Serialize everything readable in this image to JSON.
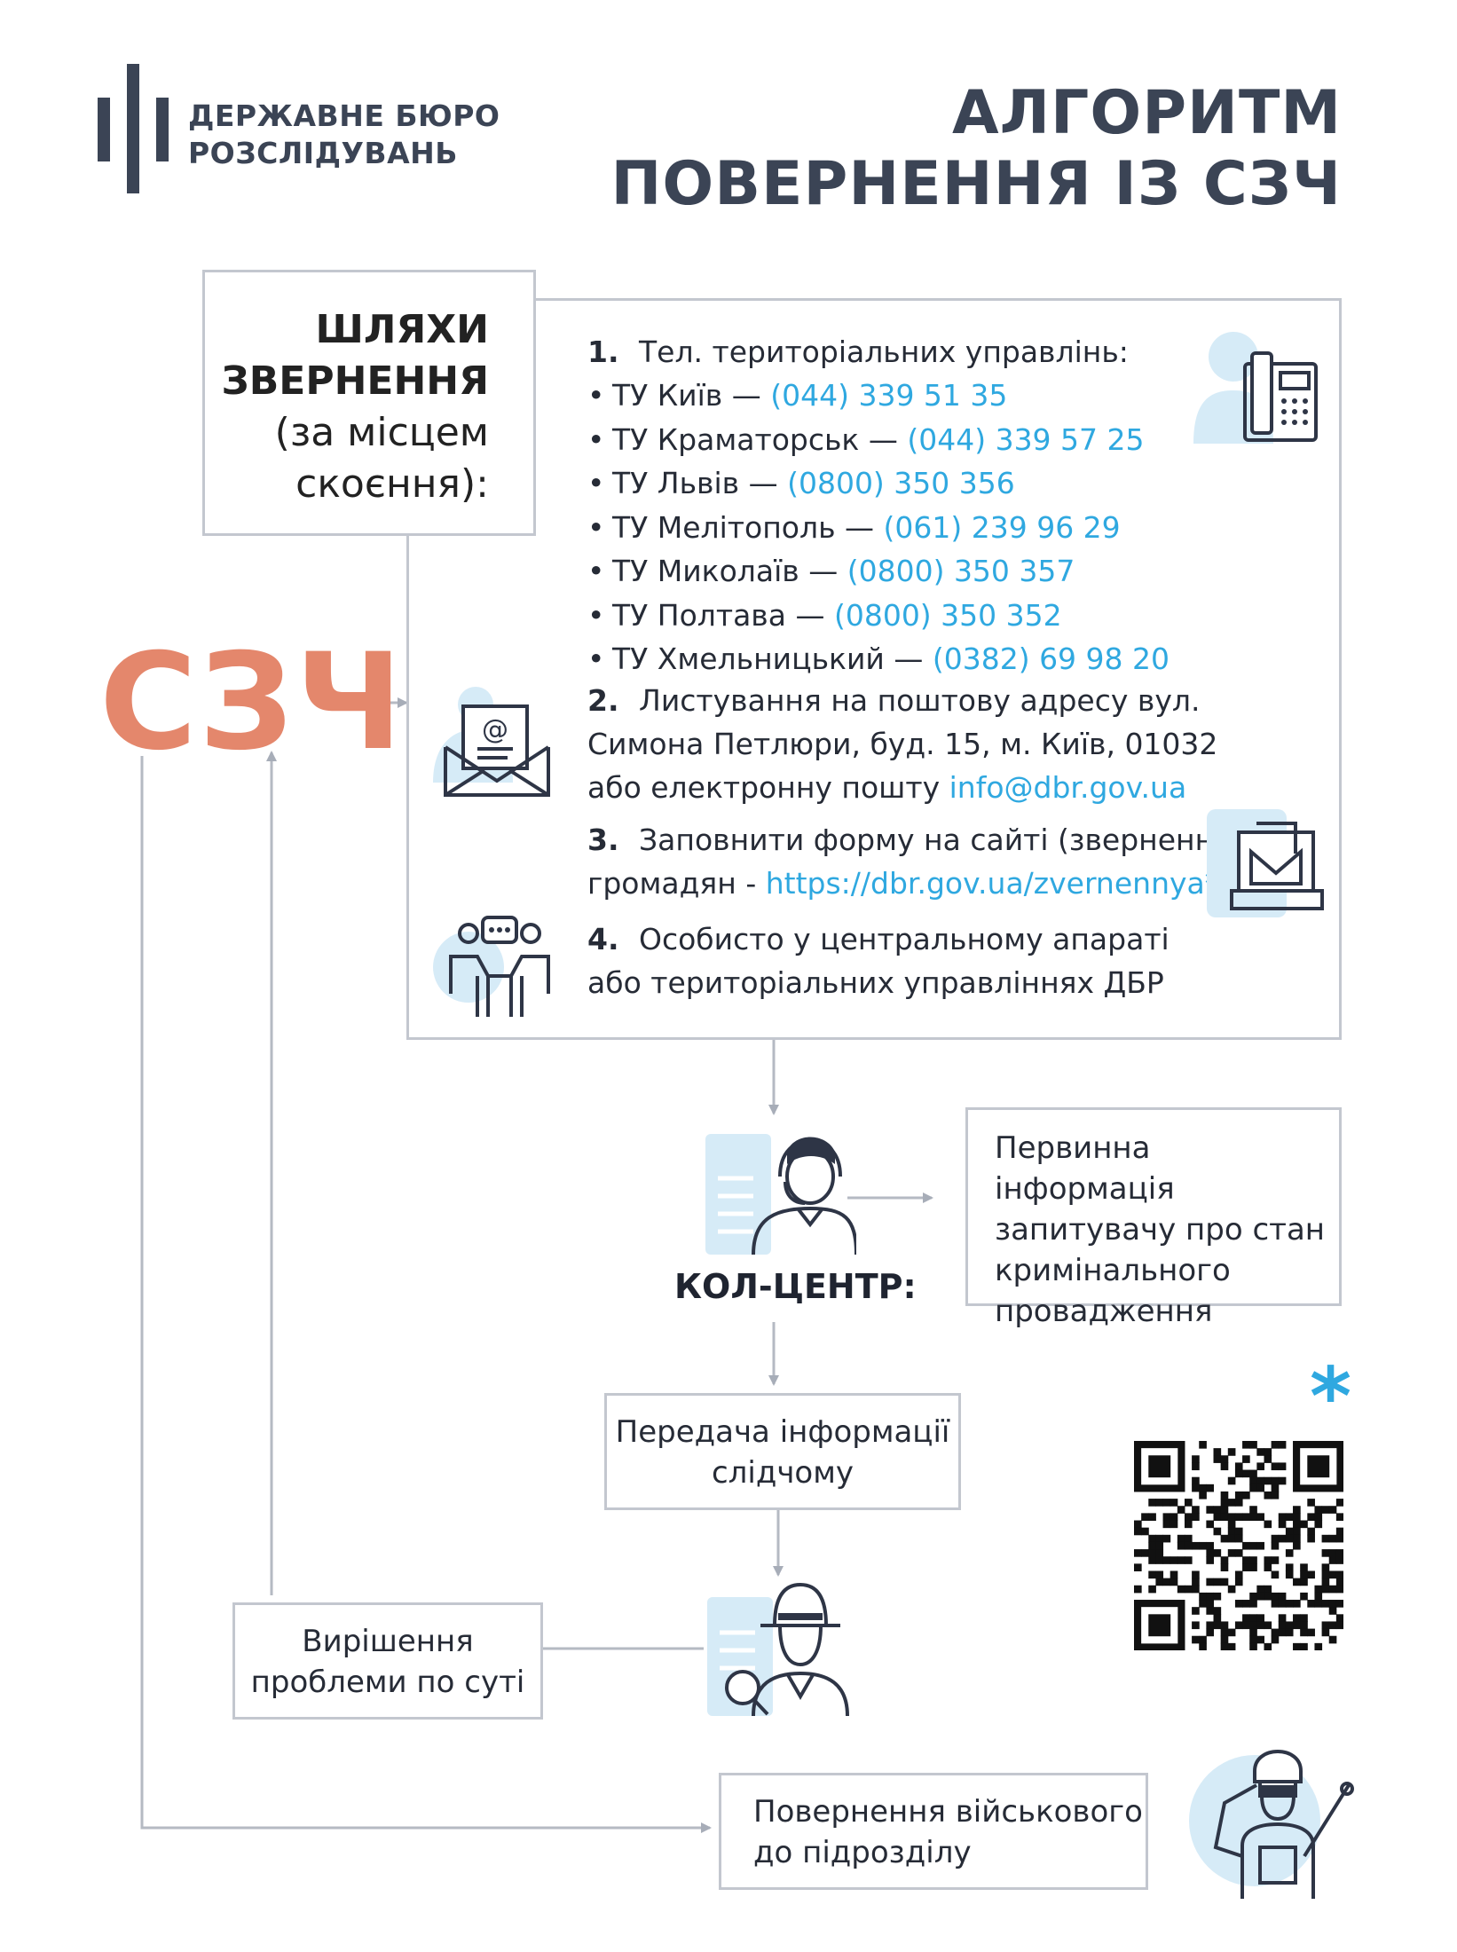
{
  "brand": {
    "line1": "ДЕРЖАВНЕ БЮРО",
    "line2": "РОЗСЛІДУВАНЬ"
  },
  "title": {
    "line1": "АЛГОРИТМ",
    "line2": "ПОВЕРНЕННЯ ІЗ СЗЧ"
  },
  "ways_box": {
    "line1": "ШЛЯХИ",
    "line2": "ЗВЕРНЕННЯ",
    "line3": "(за місцем",
    "line4": "скоєння):"
  },
  "szch_label": "СЗЧ",
  "contacts": {
    "item1": {
      "number": "1.",
      "heading": "Тел. територіальних управлінь:",
      "bullet": "•",
      "offices": [
        {
          "name": "ТУ Київ — ",
          "phone": "(044) 339 51 35"
        },
        {
          "name": "ТУ Краматорськ — ",
          "phone": "(044) 339 57 25"
        },
        {
          "name": "ТУ Львів — ",
          "phone": "(0800) 350 356"
        },
        {
          "name": "ТУ Мелітополь — ",
          "phone": "(061) 239 96 29"
        },
        {
          "name": "ТУ Миколаїв — ",
          "phone": "(0800) 350 357"
        },
        {
          "name": "ТУ Полтава — ",
          "phone": "(0800) 350 352"
        },
        {
          "name": "ТУ Хмельницький — ",
          "phone": "(0382) 69 98 20"
        }
      ]
    },
    "item2": {
      "number": "2.",
      "line1": "Листування на поштову адресу вул.",
      "line2": "Симона Петлюри, буд. 15, м. Київ, 01032",
      "line3_prefix": "або електронну пошту ",
      "email": "info@dbr.gov.ua"
    },
    "item3": {
      "number": "3.",
      "line1": "Заповнити форму на сайті (звернення",
      "line2_prefix": "громадян - ",
      "url": "https://dbr.gov.ua/zvernennya*",
      "line2_suffix": ")"
    },
    "item4": {
      "number": "4.",
      "line1": "Особисто у центральному апараті",
      "line2": "або територіальних управліннях ДБР"
    }
  },
  "call_center": {
    "label": "КОЛ-ЦЕНТР:"
  },
  "primary_info_box": {
    "line1": "Первинна інформація",
    "line2": "запитувачу про стан",
    "line3": "кримінального",
    "line4": "провадження"
  },
  "transfer_box": {
    "line1": "Передача інформації",
    "line2": "слідчому"
  },
  "resolve_box": {
    "line1": "Вирішення",
    "line2": "проблеми по суті"
  },
  "return_box": {
    "line1": "Повернення військового",
    "line2": "до підрозділу"
  },
  "qr_asterisk": "*",
  "colors": {
    "accent_blue": "#2fa8e0",
    "szch_orange": "#e4876c",
    "text_dark": "#3b4455",
    "line_gray": "#c3c7cf",
    "icon_light_blue": "#d6ebf7"
  }
}
